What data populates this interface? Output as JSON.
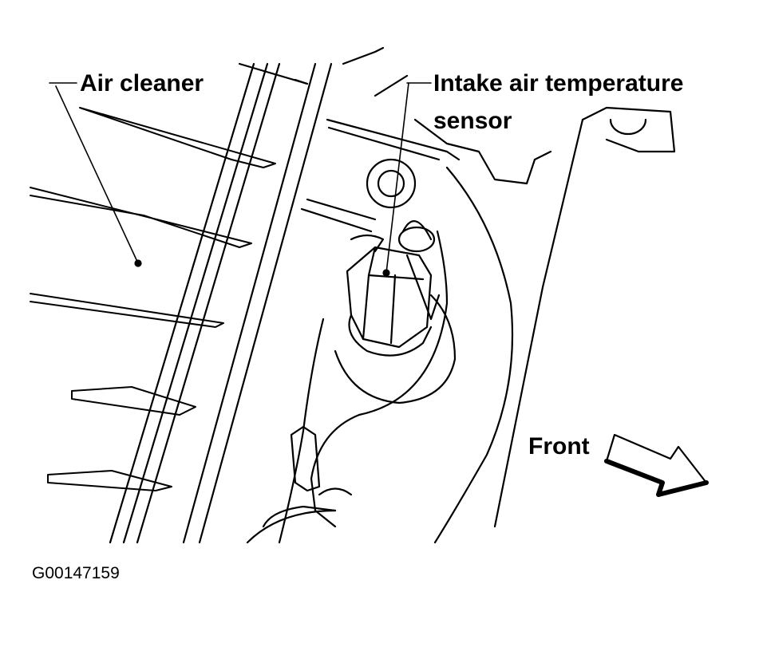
{
  "labels": {
    "air_cleaner": "Air cleaner",
    "sensor_line1": "Intake air temperature",
    "sensor_line2": "sensor",
    "front": "Front"
  },
  "figure_code": "G00147159",
  "colors": {
    "ink": "#000000",
    "background": "#ffffff"
  }
}
